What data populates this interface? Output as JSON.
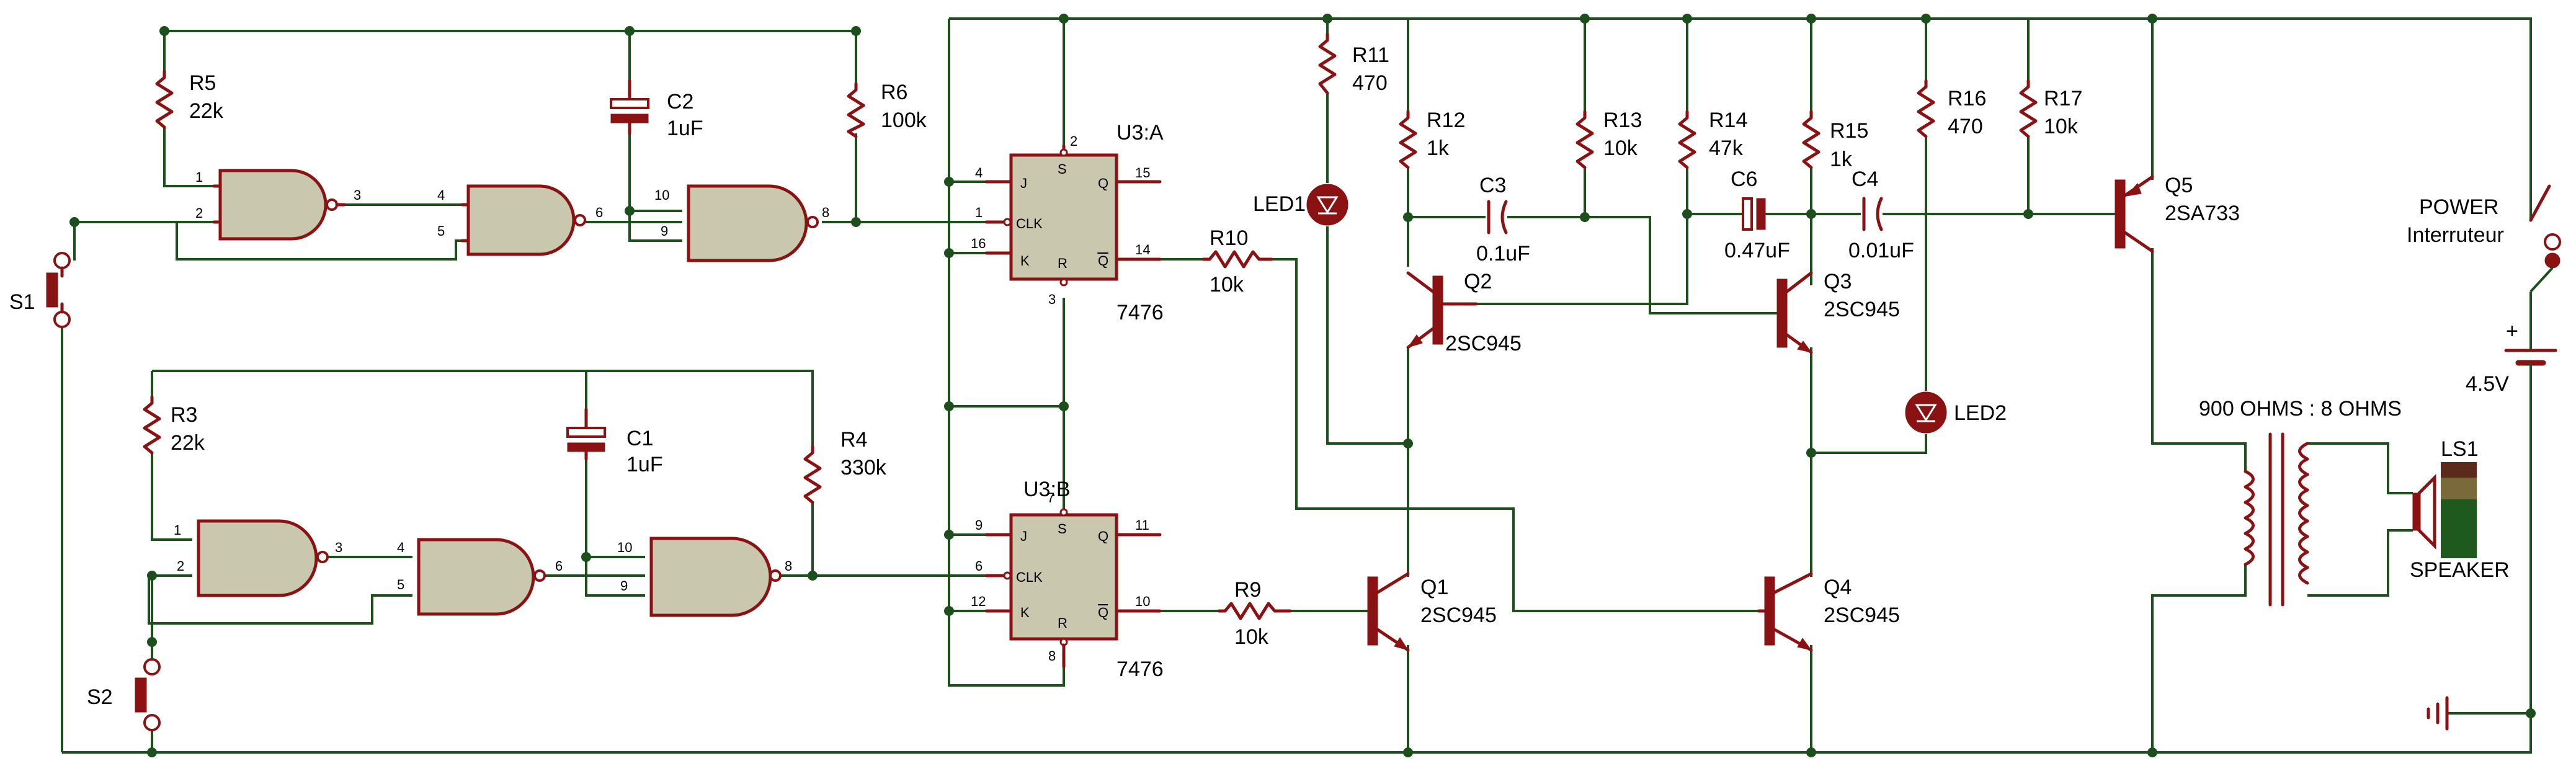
{
  "components": {
    "R5": {
      "ref": "R5",
      "val": "22k"
    },
    "R6": {
      "ref": "R6",
      "val": "100k"
    },
    "C2": {
      "ref": "C2",
      "val": "1uF"
    },
    "R3": {
      "ref": "R3",
      "val": "22k"
    },
    "R4": {
      "ref": "R4",
      "val": "330k"
    },
    "C1": {
      "ref": "C1",
      "val": "1uF"
    },
    "U3A": {
      "ref": "U3:A",
      "val": "7476"
    },
    "U3B": {
      "ref": "U3:B",
      "val": "7476"
    },
    "R10": {
      "ref": "R10",
      "val": "10k"
    },
    "R9": {
      "ref": "R9",
      "val": "10k"
    },
    "R11": {
      "ref": "R11",
      "val": "470"
    },
    "LED1": {
      "ref": "LED1"
    },
    "R12": {
      "ref": "R12",
      "val": "1k"
    },
    "C3": {
      "ref": "C3",
      "val": "0.1uF"
    },
    "R13": {
      "ref": "R13",
      "val": "10k"
    },
    "Q2": {
      "ref": "Q2",
      "val": "2SC945"
    },
    "R14": {
      "ref": "R14",
      "val": "47k"
    },
    "C6": {
      "ref": "C6",
      "val": "0.47uF"
    },
    "R15": {
      "ref": "R15",
      "val": "1k"
    },
    "C4": {
      "ref": "C4",
      "val": "0.01uF"
    },
    "R16": {
      "ref": "R16",
      "val": "470"
    },
    "R17": {
      "ref": "R17",
      "val": "10k"
    },
    "Q3": {
      "ref": "Q3",
      "val": "2SC945"
    },
    "Q1": {
      "ref": "Q1",
      "val": "2SC945"
    },
    "Q4": {
      "ref": "Q4",
      "val": "2SC945"
    },
    "LED2": {
      "ref": "LED2"
    },
    "Q5": {
      "ref": "Q5",
      "val": "2SA733"
    },
    "S1": {
      "ref": "S1"
    },
    "S2": {
      "ref": "S2"
    },
    "POWER": {
      "ref": "POWER",
      "val": "Interruteur"
    },
    "BAT": {
      "val": "4.5V",
      "plus": "+"
    },
    "XFMR": {
      "label": "900 OHMS : 8 OHMS"
    },
    "LS1": {
      "ref": "LS1",
      "val": "SPEAKER"
    }
  },
  "pins": {
    "g1": [
      "1",
      "2",
      "3"
    ],
    "g2": [
      "4",
      "5",
      "6"
    ],
    "g3": [
      "10",
      "9",
      "8"
    ],
    "g4": [
      "1",
      "2",
      "3"
    ],
    "g5": [
      "4",
      "5",
      "6"
    ],
    "g6": [
      "10",
      "9",
      "8"
    ],
    "ffA": {
      "J": "J",
      "CLK": "CLK",
      "K": "K",
      "S": "S",
      "R": "R",
      "Q": "Q",
      "QB": "Q",
      "p4": "4",
      "p1": "1",
      "p16": "16",
      "p2": "2",
      "p3": "3",
      "p15": "15",
      "p14": "14"
    },
    "ffB": {
      "J": "J",
      "CLK": "CLK",
      "K": "K",
      "S": "S",
      "R": "R",
      "Q": "Q",
      "QB": "Q",
      "p9": "9",
      "p6": "6",
      "p12": "12",
      "p7": "7",
      "p8": "8",
      "p11": "11",
      "p10": "10"
    }
  },
  "colors": {
    "wire": "#1c4f1c",
    "component": "#8b1212",
    "gate_fill": "#c9c7ae"
  }
}
